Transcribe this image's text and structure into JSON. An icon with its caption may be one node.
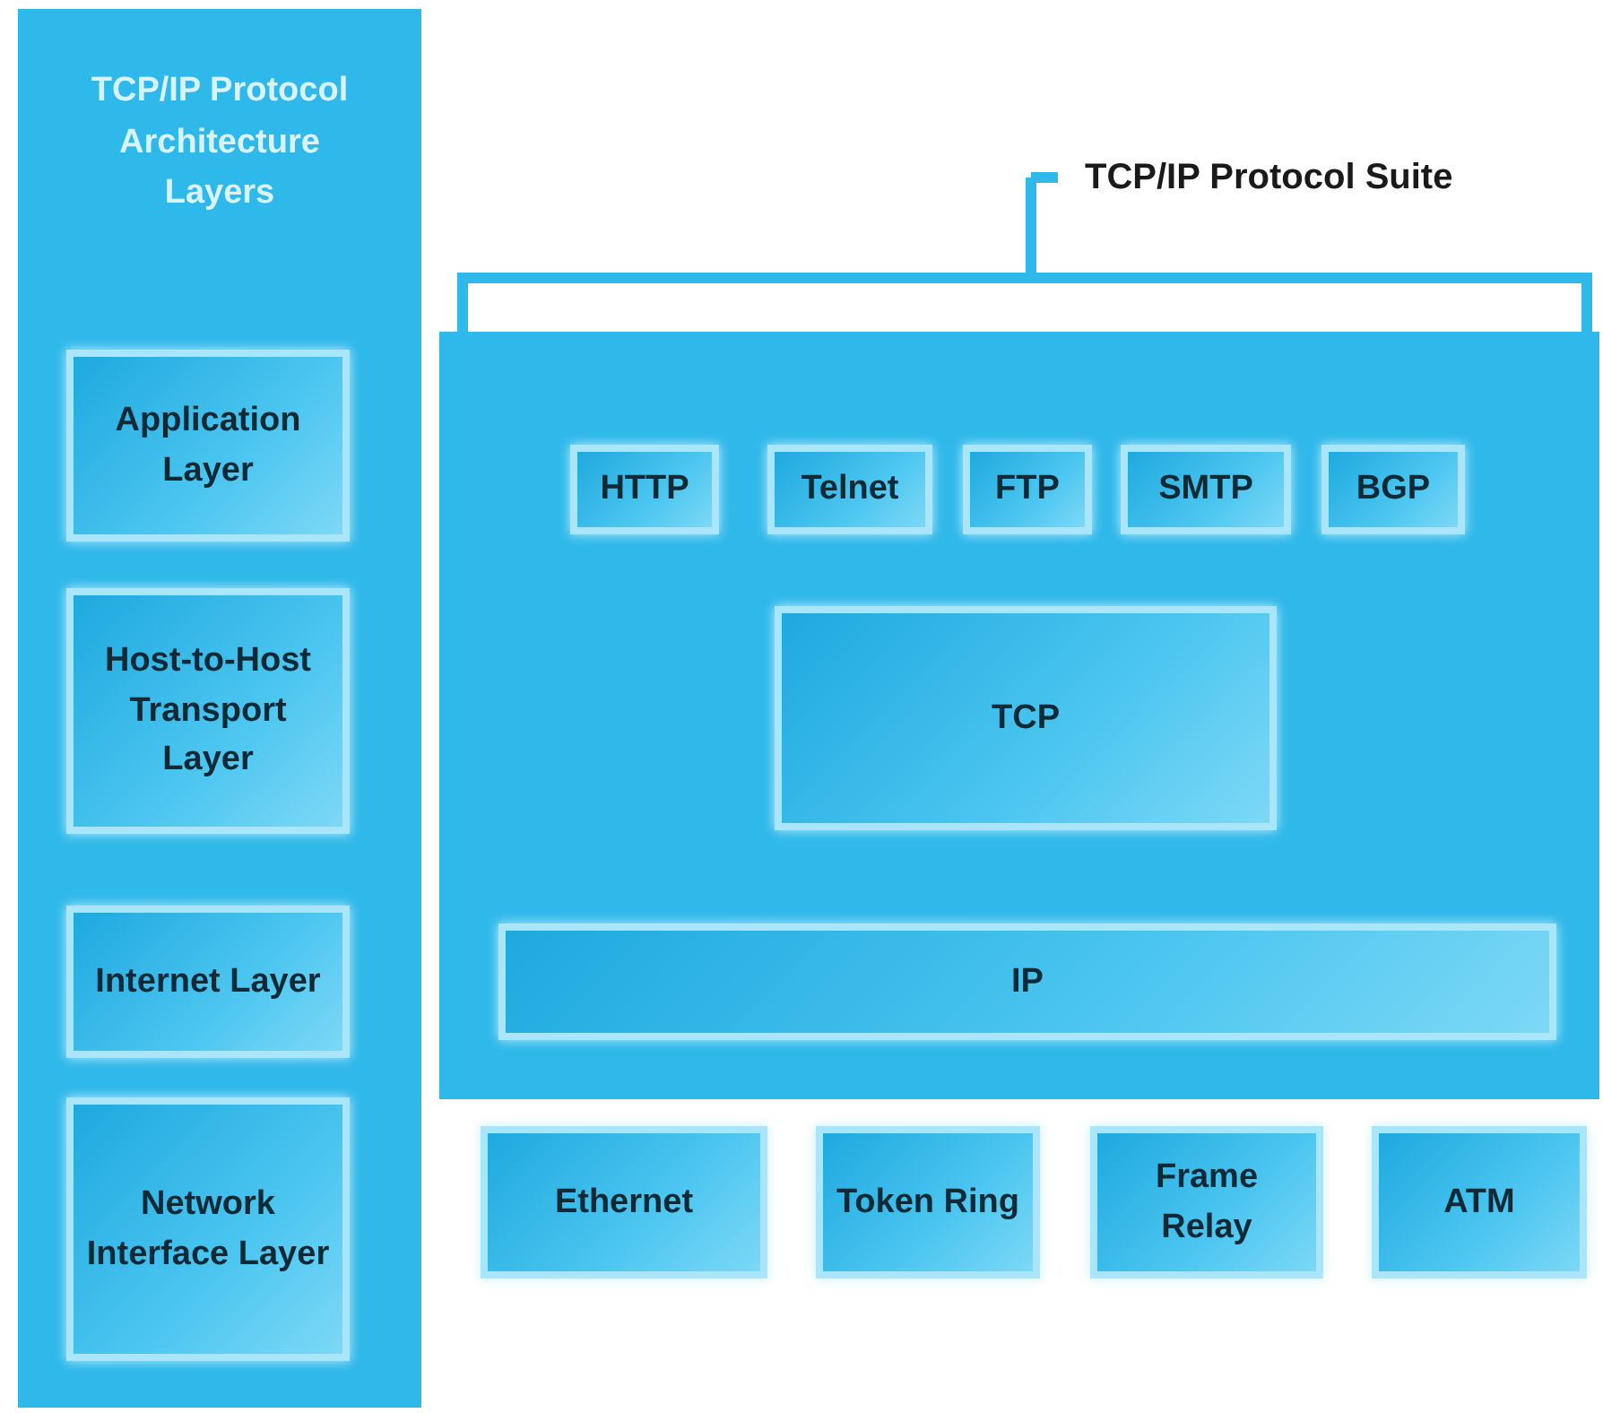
{
  "diagram": {
    "nodes": [
      {
        "text": [
          "TCP/IP Protocol Architecture Layers"
        ]
      },
      {
        "text": [
          "Application Layer"
        ],
        "in": 0
      },
      {
        "text": [
          "Host-to-Host Transport Layer"
        ],
        "in": 0
      },
      {
        "text": [
          "Internet Layer"
        ],
        "in": 0
      },
      {
        "text": [
          "Network Interface Layer"
        ],
        "in": 0
      },
      {
        "text": [
          "TCP/IP Protocol Suite"
        ]
      },
      {
        "text": [
          "HTTP"
        ],
        "in": 5
      },
      {
        "text": [
          "Telnet"
        ],
        "in": 5
      },
      {
        "text": [
          "FTP"
        ],
        "in": 5
      },
      {
        "text": [
          "SMTP"
        ],
        "in": 5
      },
      {
        "text": [
          "BGP"
        ],
        "in": 5
      },
      {
        "text": [
          "TCP"
        ],
        "in": 5
      },
      {
        "text": [
          "IP"
        ],
        "in": 5
      },
      {
        "text": [
          "Ethernet"
        ]
      },
      {
        "text": [
          "Token Ring"
        ]
      },
      {
        "text": [
          "Frame Relay"
        ]
      },
      {
        "text": [
          "ATM"
        ]
      }
    ]
  }
}
